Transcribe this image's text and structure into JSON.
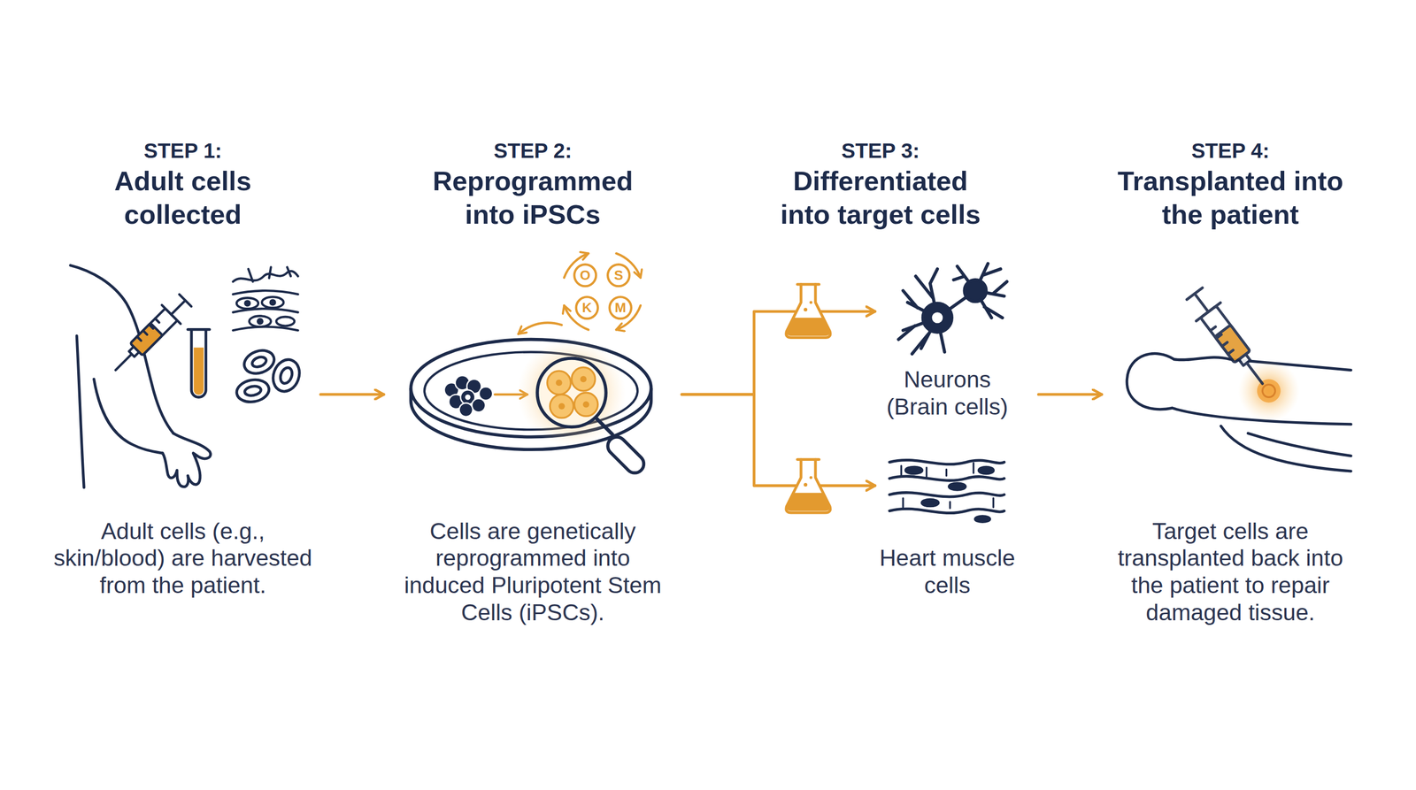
{
  "diagram": {
    "nodes": [
      {
        "text": [
          "STEP 1:",
          "Adult cells collected",
          "Adult cells (e.g., skin/blood) are harvested from the patient."
        ]
      },
      {
        "text": [
          "STEP 2:",
          "Reprogrammed into iPSCs",
          "Cells are genetically reprogrammed into induced Pluripotent Stem Cells (iPSCs)."
        ]
      },
      {
        "text": [
          "STEP 3:",
          "Differentiated into target cells"
        ]
      },
      {
        "text": [
          "Neurons (Brain cells)"
        ],
        "in": 2
      },
      {
        "text": [
          "Heart muscle cells"
        ],
        "in": 2
      },
      {
        "text": [
          "STEP 4:",
          "Transplanted into the patient",
          "Target cells are transplanted back into the patient to repair damaged tissue."
        ]
      }
    ],
    "edges": [
      {
        "from": 0,
        "to": 1,
        "arrow": "to"
      },
      {
        "from": 1,
        "to": 3,
        "arrow": "to"
      },
      {
        "from": 1,
        "to": 4,
        "arrow": "to"
      },
      {
        "from": 2,
        "to": 5,
        "arrow": "to"
      }
    ],
    "labels": [
      "O",
      "S",
      "K",
      "M"
    ]
  }
}
